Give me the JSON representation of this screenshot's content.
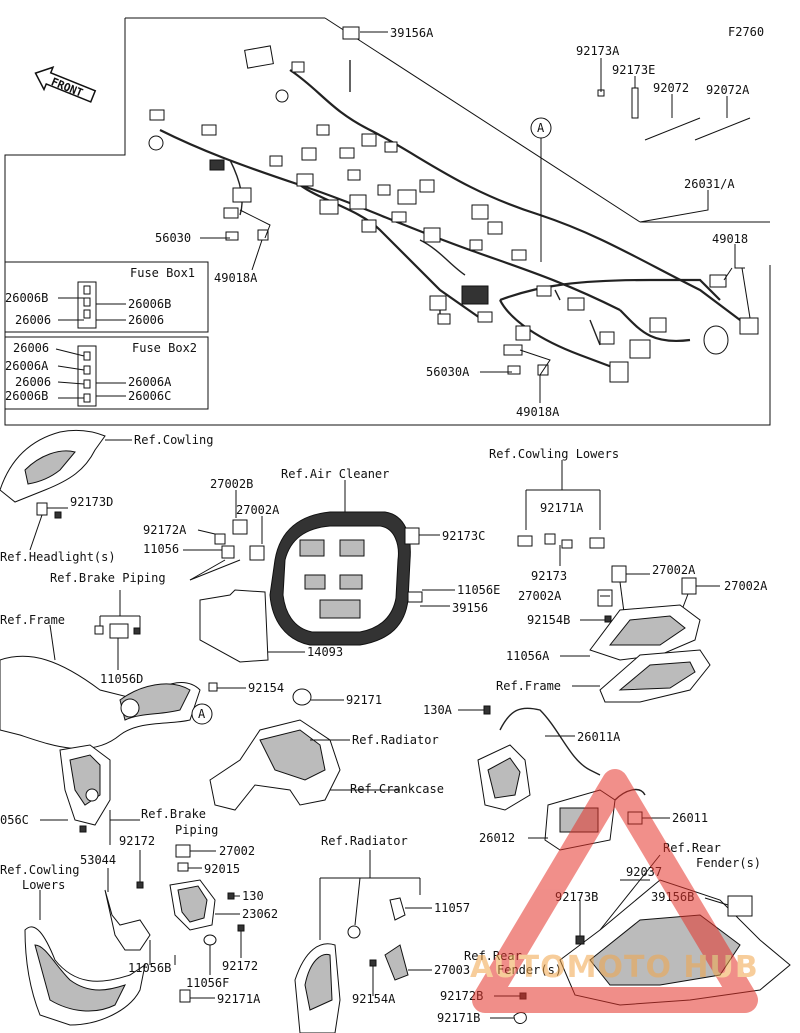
{
  "diagram_code": "F2760",
  "front_arrow": "FRONT",
  "fuse_box_1": {
    "title": "Fuse Box1",
    "labels": [
      "26006B",
      "26006B",
      "26006",
      "26006"
    ]
  },
  "fuse_box_2": {
    "title": "Fuse Box2",
    "labels": [
      "26006",
      "26006A",
      "26006",
      "26006A",
      "26006B",
      "26006C"
    ]
  },
  "callout_a": "A",
  "part_labels": {
    "p39156A": "39156A",
    "p92173A": "92173A",
    "p92173E": "92173E",
    "p92072": "92072",
    "p92072A": "92072A",
    "p26031A": "26031/A",
    "p49018": "49018",
    "p56030": "56030",
    "p49018A_1": "49018A",
    "p56030A": "56030A",
    "p49018A_2": "49018A",
    "p92173D": "92173D",
    "p27002B": "27002B",
    "p27002A_1": "27002A",
    "p92172A": "92172A",
    "p11056": "11056",
    "p92173C": "92173C",
    "p11056E": "11056E",
    "p39156": "39156",
    "p14093": "14093",
    "p11056D": "11056D",
    "p92154": "92154",
    "p92171": "92171",
    "p92171A_top": "92171A",
    "p92173": "92173",
    "p27002A_2": "27002A",
    "p27002A_3": "27002A",
    "p27002A_4": "27002A",
    "p92154B": "92154B",
    "p11056A": "11056A",
    "p130A": "130A",
    "p26011A": "26011A",
    "p26011": "26011",
    "p26012": "26012",
    "p92037": "92037",
    "p92173B": "92173B",
    "p39156B": "39156B",
    "p056C": "056C",
    "p92172": "92172",
    "p53044": "53044",
    "p27002": "27002",
    "p92015": "92015",
    "p130": "130",
    "p23062": "23062",
    "p11056B": "11056B",
    "p92172_b": "92172",
    "p11056F": "11056F",
    "p92171A": "92171A",
    "p11057": "11057",
    "p27003": "27003",
    "p92154A": "92154A",
    "p92172B": "92172B",
    "p92171B": "92171B"
  },
  "references": {
    "cowling": "Ref.Cowling",
    "headlights": "Ref.Headlight(s)",
    "air_cleaner": "Ref.Air Cleaner",
    "brake_piping_1": "Ref.Brake Piping",
    "frame_left": "Ref.Frame",
    "cowling_lowers_right": "Ref.Cowling Lowers",
    "frame_right": "Ref.Frame",
    "radiator_1": "Ref.Radiator",
    "crankcase": "Ref.Crankcase",
    "brake_piping_2_line1": "Ref.Brake",
    "brake_piping_2_line2": "Piping",
    "rear_fender_1_line1": "Ref.Rear",
    "rear_fender_1_line2": "Fender(s)",
    "cowling_lowers_left_line1": "Ref.Cowling",
    "cowling_lowers_left_line2": "Lowers",
    "radiator_2": "Ref.Radiator",
    "rear_fender_2_line1": "Ref.Rear",
    "rear_fender_2_line2": "Fender(s)"
  },
  "watermark": "AUTOMOTO HUB"
}
